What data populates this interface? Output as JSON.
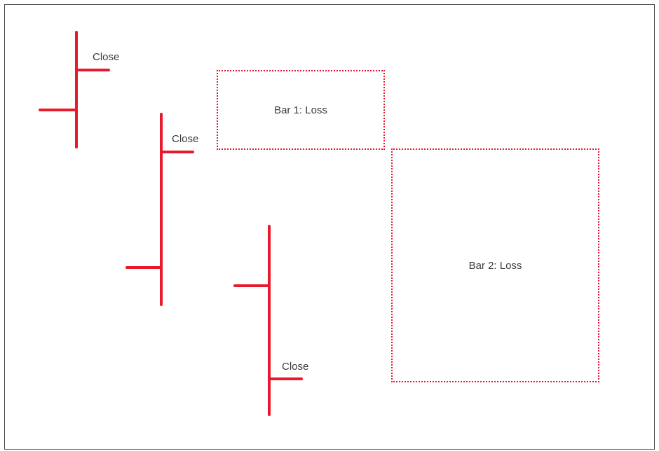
{
  "diagram": {
    "bars": [
      {
        "name": "bar-1",
        "close_label": "Close"
      },
      {
        "name": "bar-2",
        "close_label": "Close"
      },
      {
        "name": "bar-3",
        "close_label": "Close"
      }
    ],
    "loss_boxes": [
      {
        "label": "Bar 1: Loss"
      },
      {
        "label": "Bar 2: Loss"
      }
    ]
  },
  "colors": {
    "bar_red": "#e8192c",
    "loss_box_border": "#e8192c",
    "label_text": "#3b3b3b",
    "frame_border": "#4d4d4d",
    "background": "#ffffff"
  }
}
